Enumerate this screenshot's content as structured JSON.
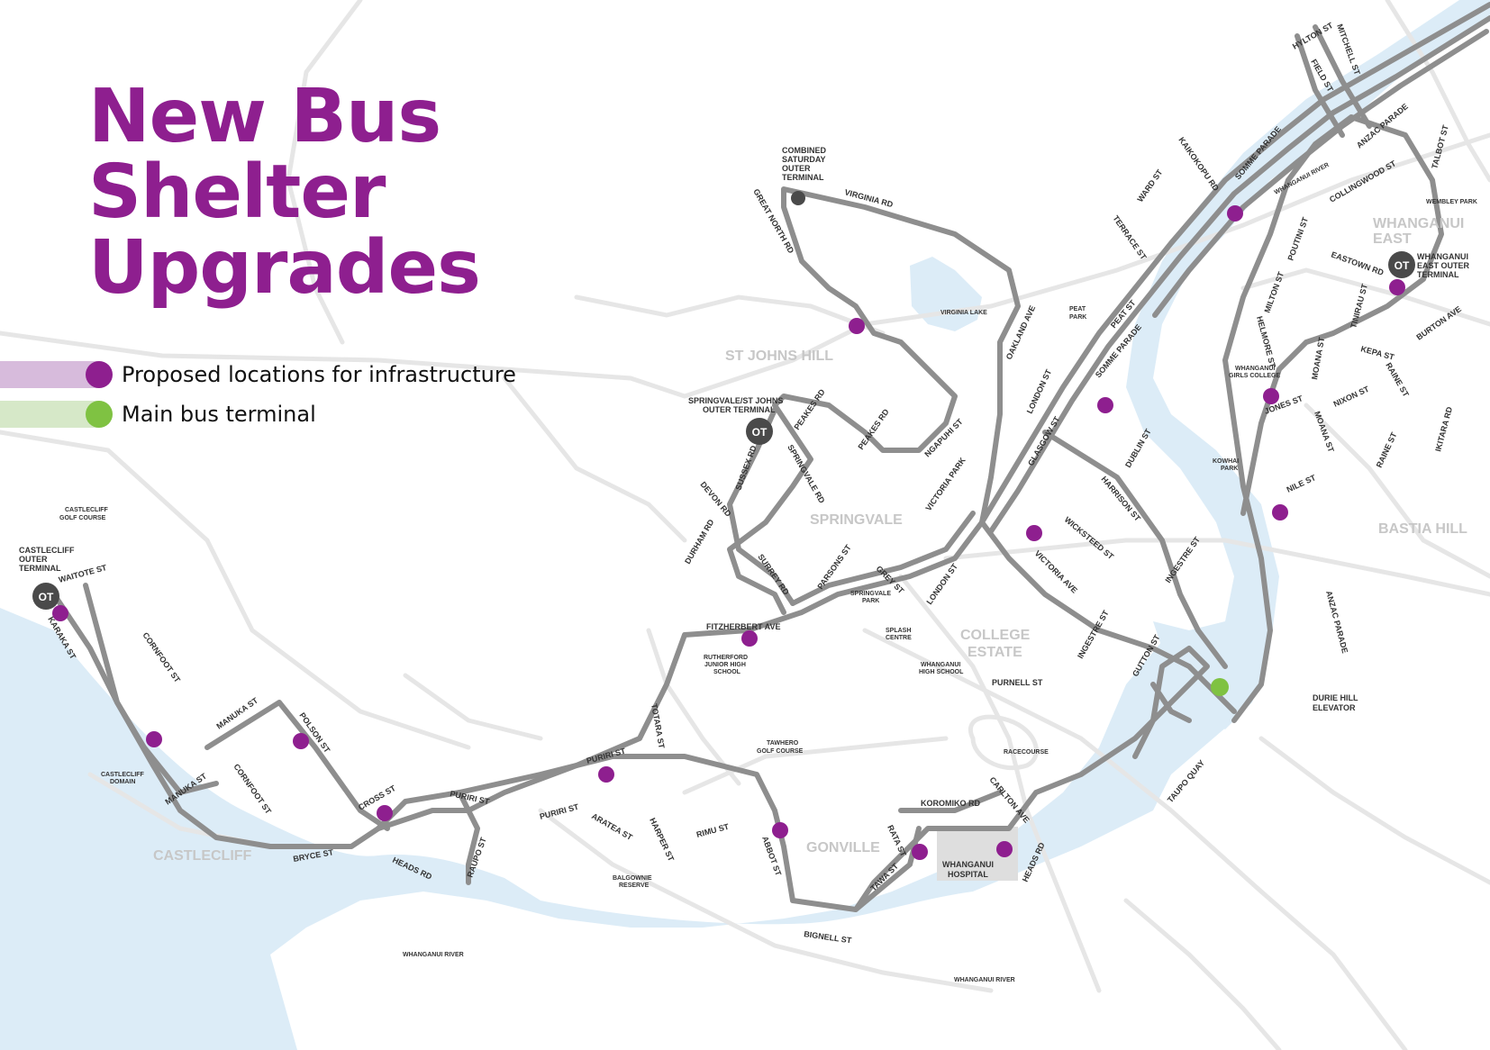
{
  "title": {
    "line1": "New Bus",
    "line2": "Shelter",
    "line3": "Upgrades"
  },
  "colors": {
    "route": "#8e8e8e",
    "proposed": "#8e1f8f",
    "terminal": "#7fc242",
    "water": "#dcecf7",
    "street": "#e6e6e6",
    "outer_terminal": "#4a4a4a",
    "legend_proposed_bar": "#d7bbdc",
    "legend_terminal_bar": "#d6e8c8"
  },
  "legend": {
    "proposed": "Proposed locations for infrastructure",
    "terminal": "Main bus terminal"
  },
  "outer_terminal_badge": "OT",
  "suburbs": {
    "st_johns_hill": "ST JOHNS HILL",
    "springvale": "SPRINGVALE",
    "college_estate_1": "COLLEGE",
    "college_estate_2": "ESTATE",
    "whanganui_east_1": "WHANGANUI",
    "whanganui_east_2": "EAST",
    "bastia_hill": "BASTIA HILL",
    "gonville": "GONVILLE",
    "castlecliff": "CASTLECLIFF"
  },
  "places": {
    "combined_terminal": [
      "COMBINED",
      "SATURDAY",
      "OUTER",
      "TERMINAL"
    ],
    "springvale_terminal": [
      "SPRINGVALE/ST JOHNS",
      "OUTER TERMINAL"
    ],
    "castlecliff_terminal": [
      "CASTLECLIFF",
      "OUTER",
      "TERMINAL"
    ],
    "east_terminal": [
      "WHANGANUI",
      "EAST OUTER",
      "TERMINAL"
    ],
    "castlecliff_golf": [
      "CASTLECLIFF",
      "GOLF COURSE"
    ],
    "castlecliff_domain": [
      "CASTLECLIFF",
      "DOMAIN"
    ],
    "virginia_lake": "VIRGINIA LAKE",
    "peat_park": [
      "PEAT",
      "PARK"
    ],
    "girls_college": [
      "WHANGANUI",
      "GIRLS COLLEGE"
    ],
    "kowhai_park": [
      "KOWHAI",
      "PARK"
    ],
    "springvale_park": [
      "SPRINGVALE",
      "PARK"
    ],
    "splash_centre": [
      "SPLASH",
      "CENTRE"
    ],
    "high_school": [
      "WHANGANUI",
      "HIGH SCHOOL"
    ],
    "rutherford": [
      "RUTHERFORD",
      "JUNIOR HIGH",
      "SCHOOL"
    ],
    "tawhero": [
      "TAWHERO",
      "GOLF COURSE"
    ],
    "racecourse": "RACECOURSE",
    "hospital": [
      "WHANGANUI",
      "HOSPITAL"
    ],
    "balgownie": [
      "BALGOWNIE",
      "RESERVE"
    ],
    "durie_hill": [
      "DURIE HILL",
      "ELEVATOR"
    ],
    "wembley_park": "WEMBLEY PARK",
    "river_1": "WHANGANUI RIVER",
    "river_2": "WHANGANUI RIVER",
    "river_3": "WHANGANUI RIVER"
  },
  "streets": {
    "hylton": "HYLTON ST",
    "mitchell": "MITCHELL ST",
    "field": "FIELD ST",
    "kaikokopu": "KAIKOKOPU RD",
    "somme1": "SOMME PARADE",
    "ward": "WARD ST",
    "terrace": "TERRACE ST",
    "anzac1": "ANZAC PARADE",
    "collingwood": "COLLINGWOOD ST",
    "talbot": "TALBOT ST",
    "virginia": "VIRGINIA RD",
    "great_north": "GREAT NORTH RD",
    "poutini": "POUTINI ST",
    "eastown": "EASTOWN RD",
    "milton": "MILTON ST",
    "helmore": "HELMORE ST",
    "tinirau": "TINIRAU ST",
    "burton": "BURTON AVE",
    "kepa": "KEPA ST",
    "moana1": "MOANA ST",
    "raine1": "RAINE ST",
    "oakland": "OAKLAND AVE",
    "peat": "PEAT ST",
    "somme2": "SOMME PARADE",
    "london1": "LONDON ST",
    "jones": "JONES ST",
    "nixon": "NIXON ST",
    "moana2": "MOANA ST",
    "ikitara": "IKITARA RD",
    "raine2": "RAINE ST",
    "peakes1": "PEAKES RD",
    "peakes2": "PEAKES RD",
    "ngapuhi": "NGAPUHI ST",
    "glasgow": "GLASGOW ST",
    "dublin": "DUBLIN ST",
    "sussex": "SUSSEX RD",
    "springvale_rd": "SPRINGVALE RD",
    "devon": "DEVON RD",
    "victoria_park": "VICTORIA PARK",
    "harrison": "HARRISON ST",
    "nile": "NILE ST",
    "durham": "DURHAM RD",
    "wicksteed": "WICKSTEED ST",
    "ingestre1": "INGESTRE ST",
    "waitote": "WAITOTE ST",
    "surrey": "SURREY RD",
    "parsons": "PARSONS ST",
    "grey": "GREY ST",
    "victoria_ave": "VICTORIA AVE",
    "london2": "LONDON ST",
    "anzac2": "ANZAC PARADE",
    "karaka": "KARAKA ST",
    "fitzherbert": "FITZHERBERT AVE",
    "cornfoot1": "CORNFOOT ST",
    "ingestre2": "INGESTRE ST",
    "gutton": "GUTTON ST",
    "purnell": "PURNELL ST",
    "manuka1": "MANUKA ST",
    "polson": "POLSON ST",
    "totara": "TOTARA ST",
    "puriri1": "PURIRI ST",
    "manuka2": "MANUKA ST",
    "cornfoot2": "CORNFOOT ST",
    "cross": "CROSS ST",
    "puriri2": "PURIRI ST",
    "koromiko": "KOROMIKO RD",
    "carlton": "CARLTON AVE",
    "taupo_quay": "TAUPO QUAY",
    "puriri3": "PURIRI ST",
    "aratea": "ARATEA ST",
    "harper": "HARPER ST",
    "rimu": "RIMU ST",
    "rata": "RATA ST",
    "abbot": "ABBOT ST",
    "bryce": "BRYCE ST",
    "heads1": "HEADS RD",
    "raupo": "RAUPO ST",
    "tawa": "TAWA ST",
    "heads2": "HEADS RD",
    "bignell": "BIGNELL ST"
  }
}
